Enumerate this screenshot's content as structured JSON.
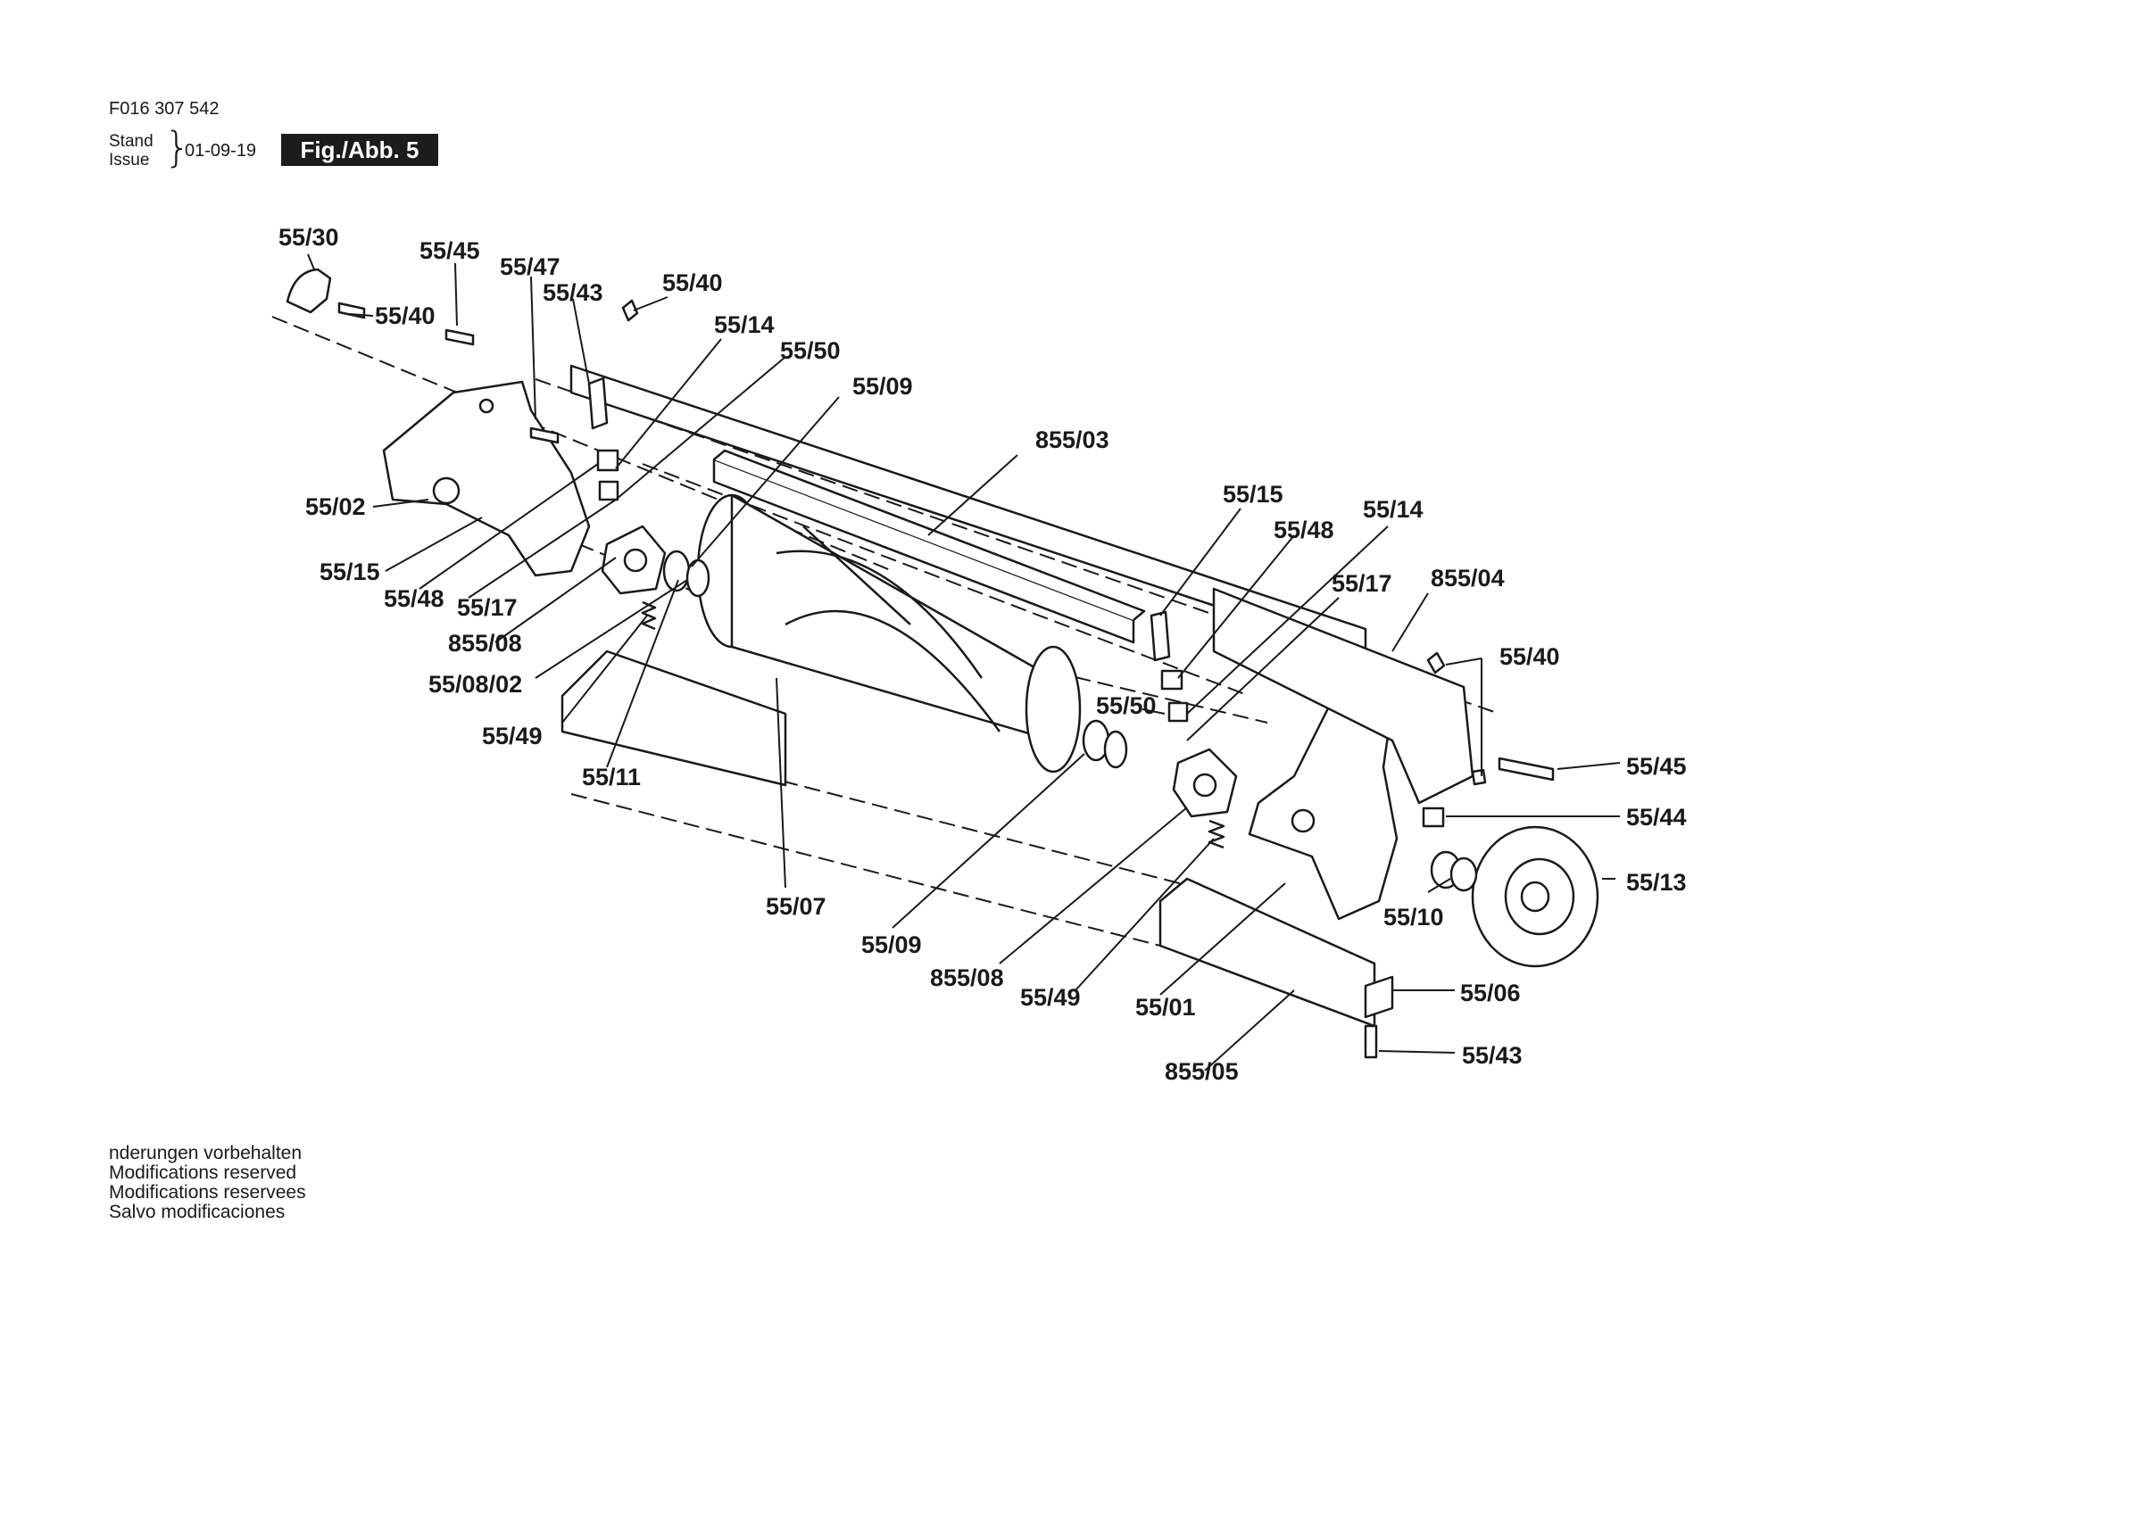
{
  "header": {
    "code": "F016 307 542",
    "stand_label": "Stand",
    "issue_label": "Issue",
    "date": "01-09-19",
    "figure": "Fig./Abb. 5"
  },
  "callouts": {
    "c1": "55/30",
    "c2": "55/45",
    "c3": "55/47",
    "c4": "55/43",
    "c5": "55/40",
    "c6": "55/40",
    "c7": "55/14",
    "c8": "55/50",
    "c9": "55/09",
    "c10": "855/03",
    "c11": "55/02",
    "c12": "55/15",
    "c13": "55/48",
    "c14": "55/17",
    "c15": "855/08",
    "c16": "55/08/02",
    "c17": "55/49",
    "c18": "55/11",
    "c19": "55/07",
    "c20": "55/09",
    "c21": "855/08",
    "c22": "55/49",
    "c23": "55/01",
    "c24": "855/05",
    "c25": "55/15",
    "c26": "55/48",
    "c27": "55/14",
    "c28": "55/17",
    "c29": "855/04",
    "c30": "55/50",
    "c31": "55/40",
    "c32": "55/45",
    "c33": "55/44",
    "c34": "55/13",
    "c35": "55/10",
    "c36": "55/06",
    "c37": "55/43"
  },
  "footer": {
    "line1": "nderungen vorbehalten",
    "line2": "Modifications reserved",
    "line3": "Modifications reservees",
    "line4": "Salvo modificaciones"
  }
}
